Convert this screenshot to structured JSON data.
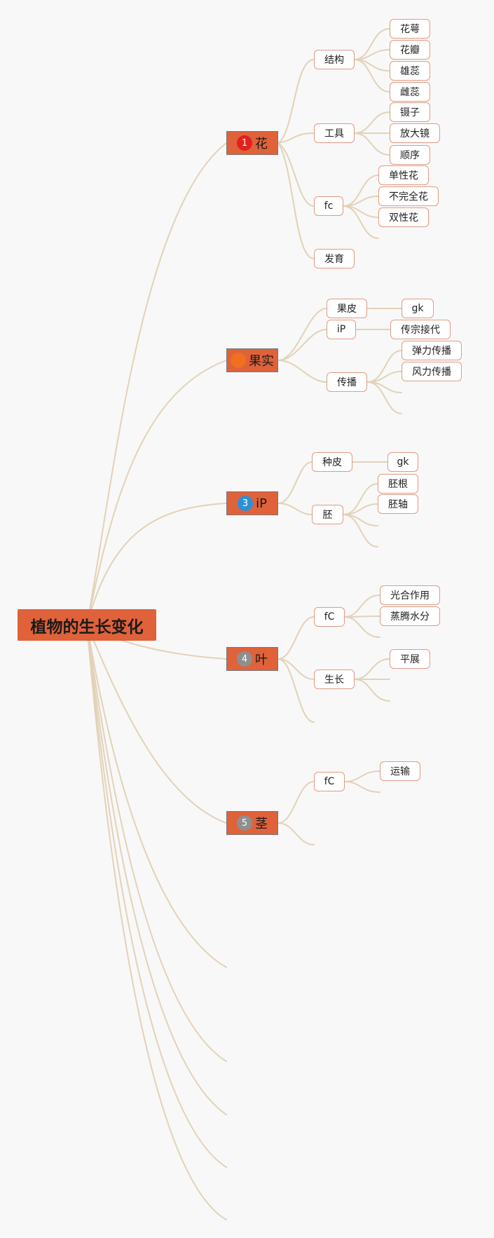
{
  "title": "植物的生长变化",
  "branches": [
    {
      "label": "花",
      "marker": {
        "text": "1",
        "color": "#e3201b"
      },
      "children": [
        {
          "label": "结构",
          "children": [
            "花萼",
            "花瓣",
            "雄蕊",
            "雌蕊"
          ]
        },
        {
          "label": "工具",
          "children": [
            "镊子",
            "放大镜",
            "顺序"
          ]
        },
        {
          "label": "fc",
          "children": [
            "单性花",
            "不完全花",
            "双性花"
          ]
        },
        {
          "label": "发育",
          "children": []
        }
      ]
    },
    {
      "label": "果实",
      "marker": {
        "text": "",
        "color": "#f07020"
      },
      "children": [
        {
          "label": "果皮",
          "children": [
            "gk"
          ]
        },
        {
          "label": "iP",
          "children": [
            "传宗接代"
          ]
        },
        {
          "label": "传播",
          "children": [
            "弹力传播",
            "风力传播"
          ]
        }
      ]
    },
    {
      "label": "iP",
      "marker": {
        "text": "3",
        "color": "#2f8fd6"
      },
      "children": [
        {
          "label": "种皮",
          "children": [
            "gk"
          ]
        },
        {
          "label": "胚",
          "children": [
            "胚根",
            "胚轴"
          ]
        }
      ]
    },
    {
      "label": "叶",
      "marker": {
        "text": "4",
        "color": "#8f8f8f"
      },
      "children": [
        {
          "label": "fC",
          "children": [
            "光合作用",
            "蒸腾水分"
          ]
        },
        {
          "label": "生长",
          "children": [
            "平展"
          ]
        }
      ]
    },
    {
      "label": "茎",
      "marker": {
        "text": "5",
        "color": "#8f8f8f"
      },
      "children": [
        {
          "label": "fC",
          "children": [
            "运输"
          ]
        }
      ]
    }
  ],
  "colors": {
    "root_fill": "#e0623a",
    "branch_fill": "#e0623a",
    "node_border": "#e39a83",
    "connector": "#e0cfb4"
  }
}
